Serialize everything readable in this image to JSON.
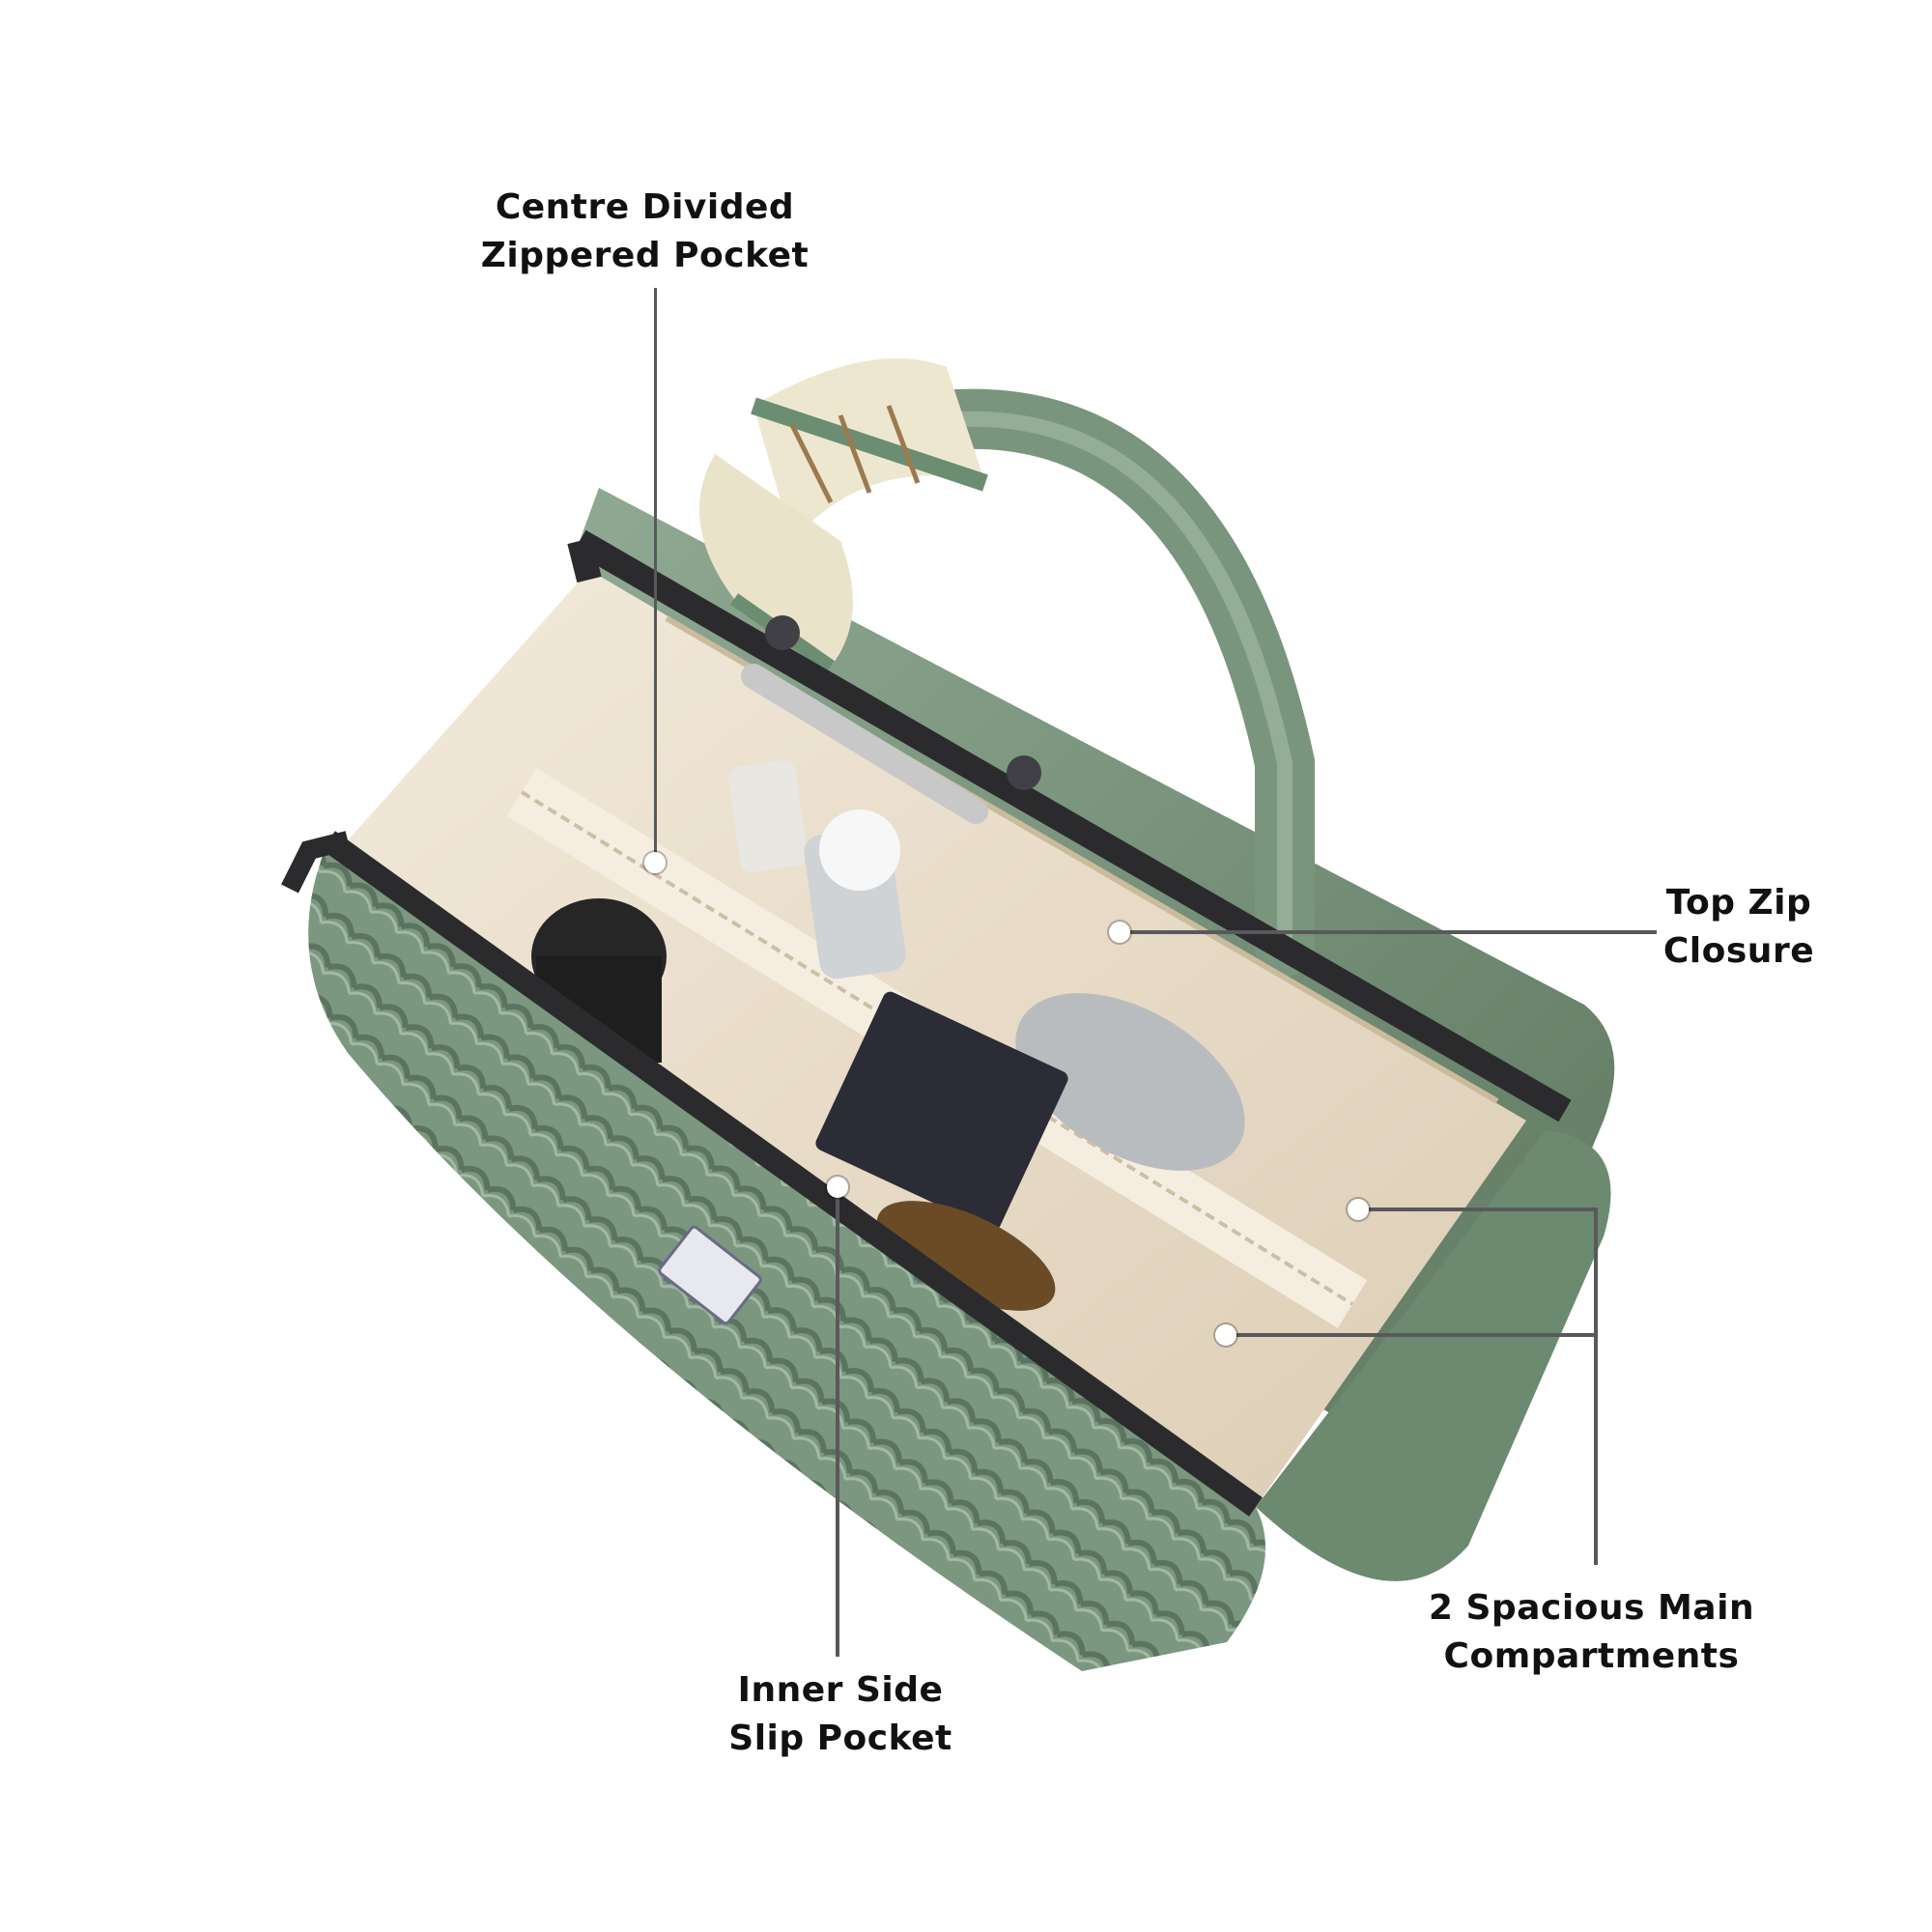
{
  "callouts": {
    "centre_pocket": {
      "line1": "Centre Divided",
      "line2": "Zippered Pocket"
    },
    "top_zip": {
      "line1": "Top Zip",
      "line2": "Closure"
    },
    "compartments": {
      "line1": "2 Spacious Main",
      "line2": "Compartments"
    },
    "slip_pocket": {
      "line1": "Inner Side",
      "line2": "Slip Pocket"
    }
  },
  "colors": {
    "bag_green": "#7f9a82",
    "bag_green_dark": "#5f7862",
    "frame": "#2b2b2e",
    "lining": "#eadfcc",
    "leader": "#58595b",
    "label_text": "#111111"
  }
}
